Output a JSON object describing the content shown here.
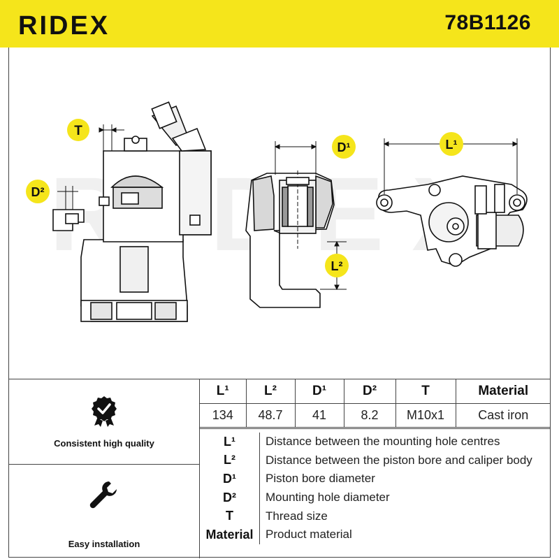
{
  "header": {
    "brand": "RIDEX",
    "part_number": "78B1126",
    "brand_color": "#111111",
    "background_color": "#f5e51b"
  },
  "drawing": {
    "watermark": "RIDEX",
    "labels": {
      "t": "T",
      "d2": "D²",
      "d1": "D¹",
      "l1": "L¹",
      "l2": "L²"
    },
    "label_color": "#f5e51b"
  },
  "features": [
    {
      "label": "Consistent high quality",
      "icon": "quality-badge-icon"
    },
    {
      "label": "Easy installation",
      "icon": "wrench-icon"
    }
  ],
  "specs": {
    "headers": [
      "L¹",
      "L²",
      "D¹",
      "D²",
      "T",
      "Material"
    ],
    "values": [
      "134",
      "48.7",
      "41",
      "8.2",
      "M10x1",
      "Cast iron"
    ]
  },
  "legend": [
    {
      "key": "L¹",
      "desc": "Distance between the mounting hole centres"
    },
    {
      "key": "L²",
      "desc": "Distance between the piston bore and caliper body"
    },
    {
      "key": "D¹",
      "desc": "Piston bore diameter"
    },
    {
      "key": "D²",
      "desc": "Mounting hole diameter"
    },
    {
      "key": "T",
      "desc": "Thread size"
    },
    {
      "key": "Material",
      "desc": "Product material"
    }
  ]
}
